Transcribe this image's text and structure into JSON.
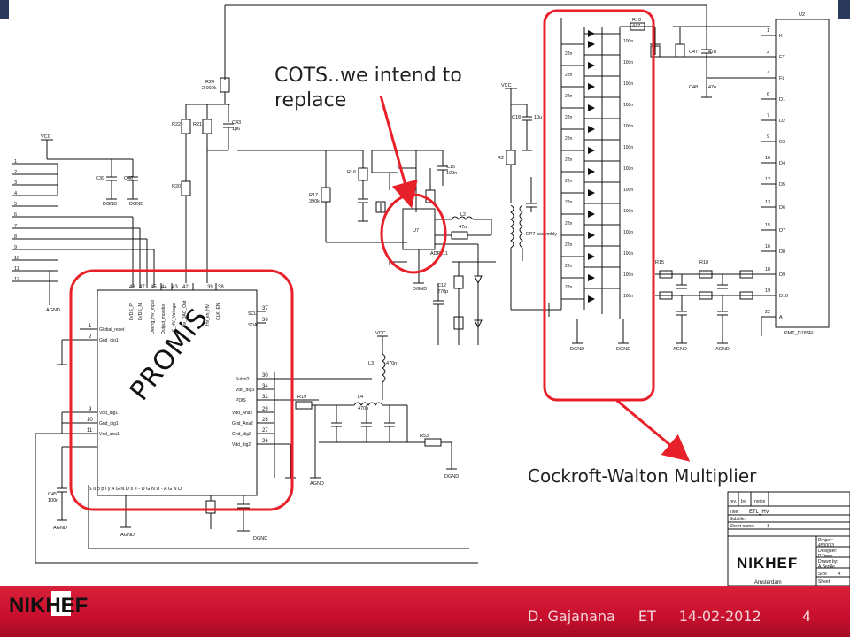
{
  "slide": {
    "callouts": {
      "cots": "COTS..we intend to replace",
      "cockroft": "Cockroft-Walton Multiplier",
      "promis": "PROMiS"
    },
    "footer": {
      "author": "D. Gajanana",
      "project": "ET",
      "date": "14-02-2012",
      "page": "4"
    },
    "logo_text": "NIKHEF",
    "title_block": {
      "title_label": "Title:",
      "title_value": "ETL_HV",
      "rev_label": "rev.",
      "by_label": "by",
      "notes_label": "notes",
      "subtitle_label": "Subtitle:",
      "sheet_label": "Sheet name:",
      "sheet_value": "1",
      "project_label": "Project:",
      "project_value": "45300.3",
      "designer_label": "Designer:",
      "designer_value": "P.Timm",
      "drawn_label": "Drawn by:",
      "drawn_value": "A.Berkle",
      "size_label": "Size",
      "size_value": "A",
      "sheet2_label": "Sheet",
      "org": "NIKHEF",
      "city": "Amsterdam"
    },
    "components": {
      "u2_label": "U2",
      "u2_part": "PMT_D783FL",
      "u7_label": "U7",
      "u7_part": "ADP111",
      "l1_part": "EP7 assembly",
      "r24": "R24",
      "r24_val": "2,000k",
      "r22": "R22",
      "r21": "R21",
      "c43": "C43",
      "c43_val": "1p6",
      "r20": "R20",
      "r17": "R17",
      "r17_val": "390k",
      "c39": "C39",
      "c40": "C40",
      "r16": "R16",
      "t1": "T1",
      "c15": "C15",
      "c15_val": "100n",
      "c18": "C18",
      "c18_val": "10u",
      "r2": "R2",
      "l2": "L2",
      "l2_val": "47u",
      "c12": "C12",
      "c12_val": "270p",
      "l3": "L3",
      "l3_val": "470n",
      "l4": "L4",
      "l4_val": "470n",
      "r19": "R19",
      "r53": "R53",
      "c45": "C45",
      "c45_val": "100n",
      "vcc": "VCC",
      "agnd": "AGND",
      "dgnd": "DGND",
      "r10": "R10",
      "r10_val": "447",
      "c47": "C47",
      "c47_val": "47n",
      "c48": "C48",
      "c48_val": "47n",
      "r15": "R15",
      "r18": "R18"
    },
    "promis_pins_top": [
      "48",
      "47",
      "45",
      "44",
      "43",
      "42",
      "39",
      "38"
    ],
    "promis_pin_names_top": [
      "LVDS_P",
      "LVDS_N",
      "Overrg_HV_Input",
      "Output_monitor",
      "LS_HV_Voltage",
      "Hv_DAC_Out",
      "Hv_en_HV",
      "CLK_EN"
    ],
    "promis_pins_right": [
      "37",
      "36",
      "30",
      "34",
      "32",
      "29",
      "28",
      "27",
      "26"
    ],
    "promis_pin_names_right": [
      "SCL",
      "SDA",
      "Subst2",
      "Vdd_dig3",
      "PDIS",
      "Vdd_Ana2",
      "Gnd_Ana2",
      "Gnd_dig2",
      "Vdd_dig2"
    ],
    "promis_pins_left": [
      "1",
      "2",
      "9",
      "10",
      "11"
    ],
    "promis_pin_names_left": [
      "Global_reset",
      "Gnd_dig1",
      "Vdd_dig1",
      "Gnd_dig1",
      "Vdd_ana1"
    ],
    "promis_bottom_text": "S u p p l y   A G N D   s e   -   D G N D   -   A G N D",
    "u2_pins": [
      "1",
      "2",
      "4",
      "6",
      "7",
      "9",
      "10",
      "12",
      "13",
      "15",
      "16",
      "18",
      "19",
      "22"
    ],
    "u2_pin_names": [
      "K",
      "FT",
      "FL",
      "D1",
      "D2",
      "D3",
      "D4",
      "D5",
      "D6",
      "D7",
      "D8",
      "D9",
      "D10",
      "A"
    ],
    "cap_val": "100n",
    "cap_small_val": "22n",
    "left_connectors": [
      "1",
      "2",
      "3",
      "4",
      "5",
      "6",
      "7",
      "8",
      "9",
      "10",
      "11",
      "12"
    ],
    "colors": {
      "highlight": "#e8202a",
      "arrow": "#e8202a",
      "footer": "#c8102e",
      "wire": "#111111"
    }
  }
}
